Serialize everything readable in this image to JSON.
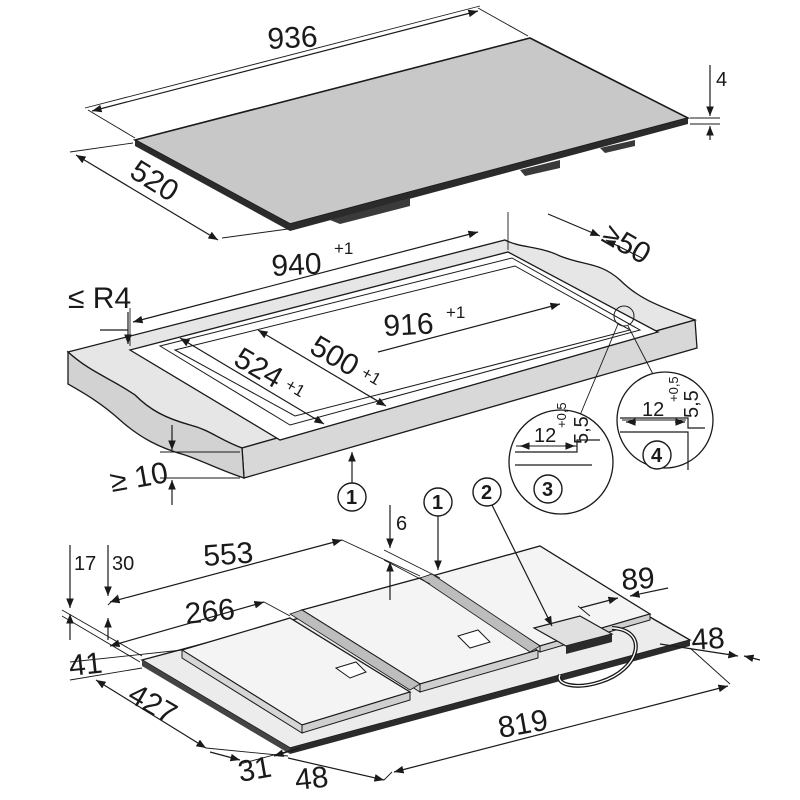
{
  "dimensions": {
    "top": {
      "width": "936",
      "depth": "520",
      "thickness": "4"
    },
    "cutout": {
      "width_main": "940",
      "width_sup": "+1",
      "inner_width": "916",
      "inner_width_sup": "+1",
      "depth_outer": "524",
      "depth_outer_sup": "+1",
      "depth_inner": "500",
      "depth_inner_sup": "+1",
      "radius": "≤ R4",
      "clearance": "≥50",
      "worktop_min": "≥ 10"
    },
    "details": {
      "detail3_width": "12",
      "detail3_height": "5,5",
      "detail3_tol": "+0,5",
      "detail4_width": "12",
      "detail4_height": "5,5",
      "detail4_tol": "+0,5"
    },
    "bottom": {
      "d17": "17",
      "d30": "30",
      "d553": "553",
      "d266": "266",
      "d6": "6",
      "d89": "89",
      "d48_right": "48",
      "d41": "41",
      "d427": "427",
      "d819": "819",
      "d31": "31",
      "d48_bottom": "48"
    }
  },
  "callouts": [
    "1",
    "1",
    "1",
    "2",
    "3",
    "4"
  ]
}
